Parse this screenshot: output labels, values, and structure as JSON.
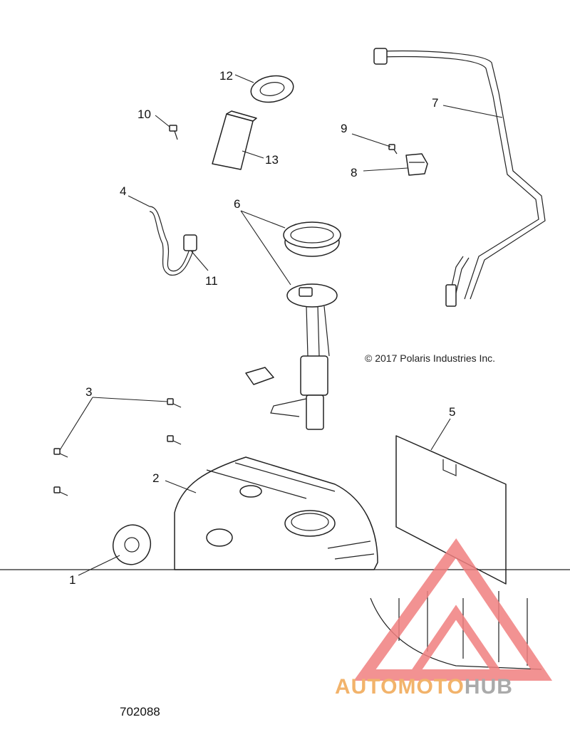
{
  "callouts": {
    "c1": "1",
    "c2": "2",
    "c3": "3",
    "c4": "4",
    "c5": "5",
    "c6": "6",
    "c7": "7",
    "c8": "8",
    "c9": "9",
    "c10": "10",
    "c11": "11",
    "c12": "12",
    "c13": "13"
  },
  "copyright": "© 2017 Polaris Industries Inc.",
  "diagram_ref": "702088",
  "watermark": {
    "part1": "AUTOMOTO",
    "part2": "HUB",
    "colors": {
      "triangle": "#f08080",
      "text1": "#f2b36b",
      "text2": "#aaaaaa"
    }
  }
}
